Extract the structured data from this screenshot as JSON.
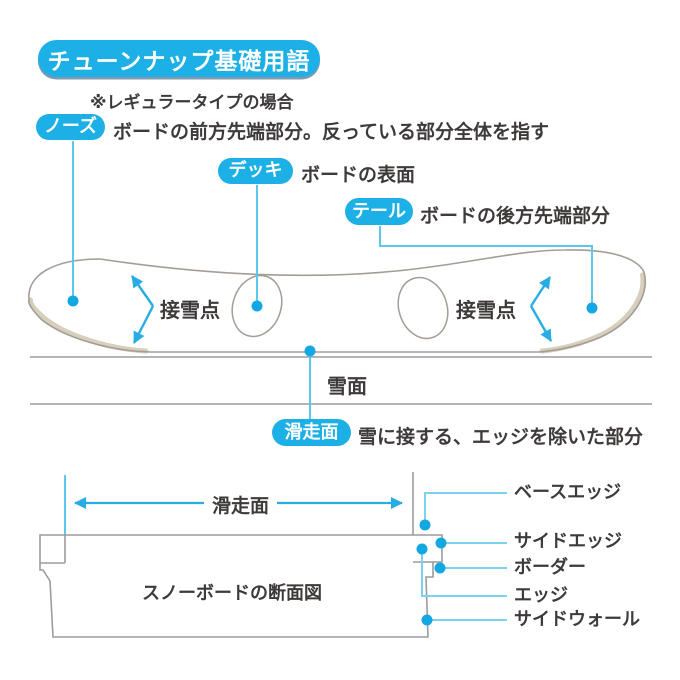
{
  "title": "チューンナップ基礎用語",
  "note": "※レギュラータイプの場合",
  "terms": {
    "nose": {
      "label": "ノーズ",
      "desc": "ボードの前方先端部分。反っている部分全体を指す"
    },
    "deck": {
      "label": "デッキ",
      "desc": "ボードの表面"
    },
    "tail": {
      "label": "テール",
      "desc": "ボードの後方先端部分"
    },
    "running_surface": {
      "label": "滑走面",
      "desc": "雪に接する、エッジを除いた部分"
    }
  },
  "side_view": {
    "contact_point": "接雪点",
    "snow_surface": "雪面"
  },
  "cross_section": {
    "arrow_label": "滑走面",
    "caption": "スノーボードの断面図",
    "labels": [
      "ベースエッジ",
      "サイドエッジ",
      "ボーダー",
      "エッジ",
      "サイドウォール"
    ]
  },
  "colors": {
    "accent": "#1db0e7",
    "dot": "#14a8e2",
    "connector_light": "#7dd1f1",
    "connector": "#5cc6ee",
    "board_outline": "#a39d97",
    "gray_line": "#9c9c9c",
    "base_beige": "#d7cfbc",
    "text": "#3e3a39"
  }
}
